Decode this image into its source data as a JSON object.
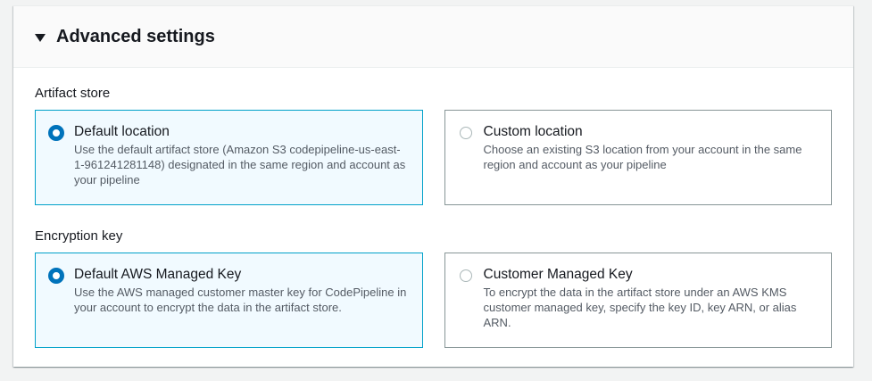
{
  "panel": {
    "title": "Advanced settings",
    "expanded": true
  },
  "artifact_store": {
    "label": "Artifact store",
    "options": [
      {
        "title": "Default location",
        "description": "Use the default artifact store (Amazon S3 codepipeline-us-east-1-961241281148) designated in the same region and account as your pipeline",
        "selected": true
      },
      {
        "title": "Custom location",
        "description": "Choose an existing S3 location from your account in the same region and account as your pipeline",
        "selected": false
      }
    ]
  },
  "encryption_key": {
    "label": "Encryption key",
    "options": [
      {
        "title": "Default AWS Managed Key",
        "description": "Use the AWS managed customer master key for CodePipeline in your account to encrypt the data in the artifact store.",
        "selected": true
      },
      {
        "title": "Customer Managed Key",
        "description": "To encrypt the data in the artifact store under an AWS KMS customer managed key, specify the key ID, key ARN, or alias ARN.",
        "selected": false
      }
    ]
  },
  "colors": {
    "selected_border": "#00a1c9",
    "selected_bg": "#f1faff",
    "radio_selected": "#0073bb",
    "tile_border": "#879596"
  }
}
